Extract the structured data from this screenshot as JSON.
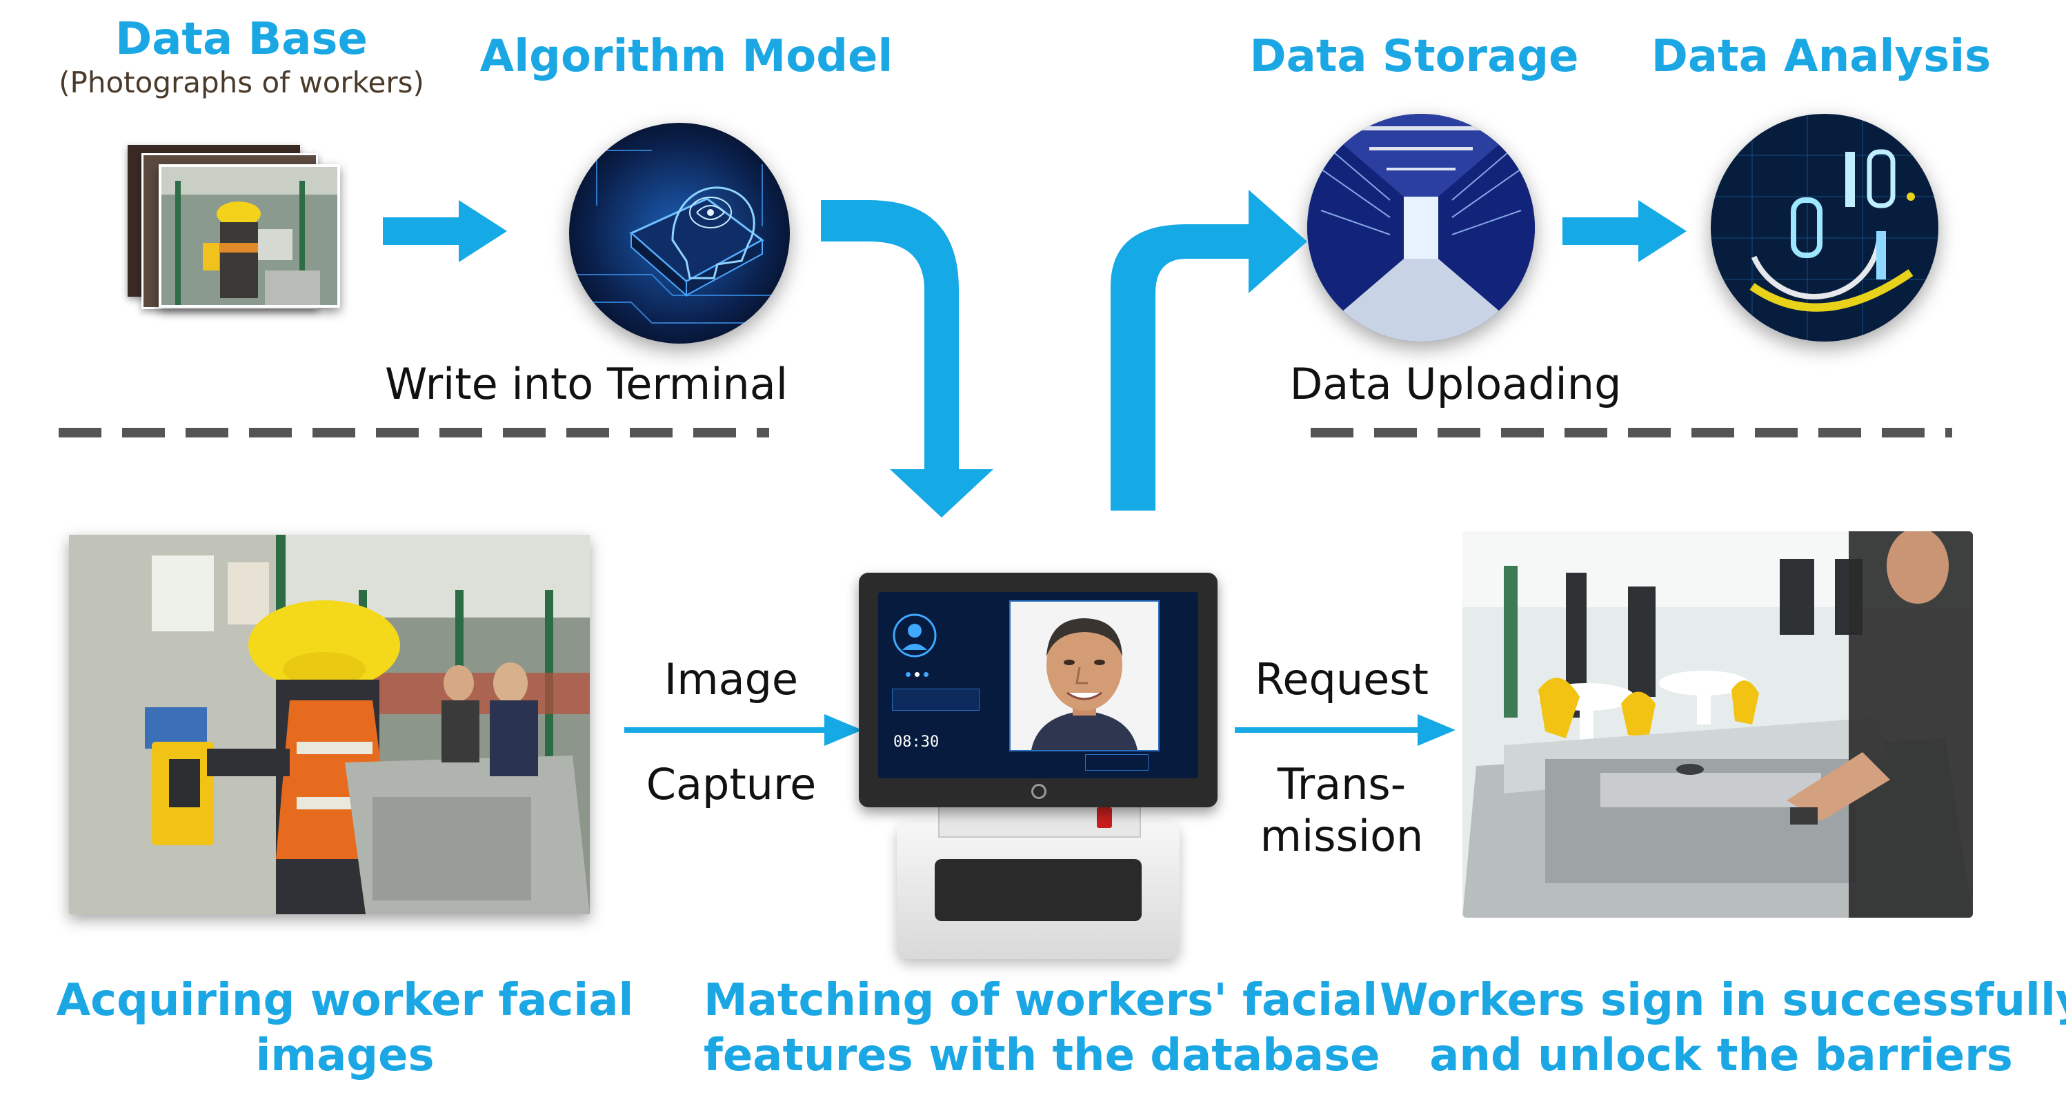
{
  "colors": {
    "accent": "#1aa7e4",
    "arrow": "#15a9e6",
    "dash": "#555555",
    "text": "#111111"
  },
  "top": {
    "database": {
      "title": "Data Base",
      "subtitle": "(Photographs of workers)"
    },
    "algorithm": {
      "title": "Algorithm Model"
    },
    "storage": {
      "title": "Data Storage"
    },
    "analysis": {
      "title": "Data Analysis"
    },
    "write_label": "Write into Terminal",
    "upload_label": "Data Uploading"
  },
  "middle": {
    "left_label_1": "Image",
    "left_label_2": "Capture",
    "right_label_1": "Request",
    "right_label_2": "Trans-",
    "right_label_3": "mission",
    "terminal_time": "08:30"
  },
  "bottom": {
    "left_line1": "Acquiring worker facial",
    "left_line2": "images",
    "center_line1": "Matching of workers' facial",
    "center_line2": "features with the database",
    "right_line1": "Workers sign in successfully",
    "right_line2": "and unlock the barriers"
  }
}
